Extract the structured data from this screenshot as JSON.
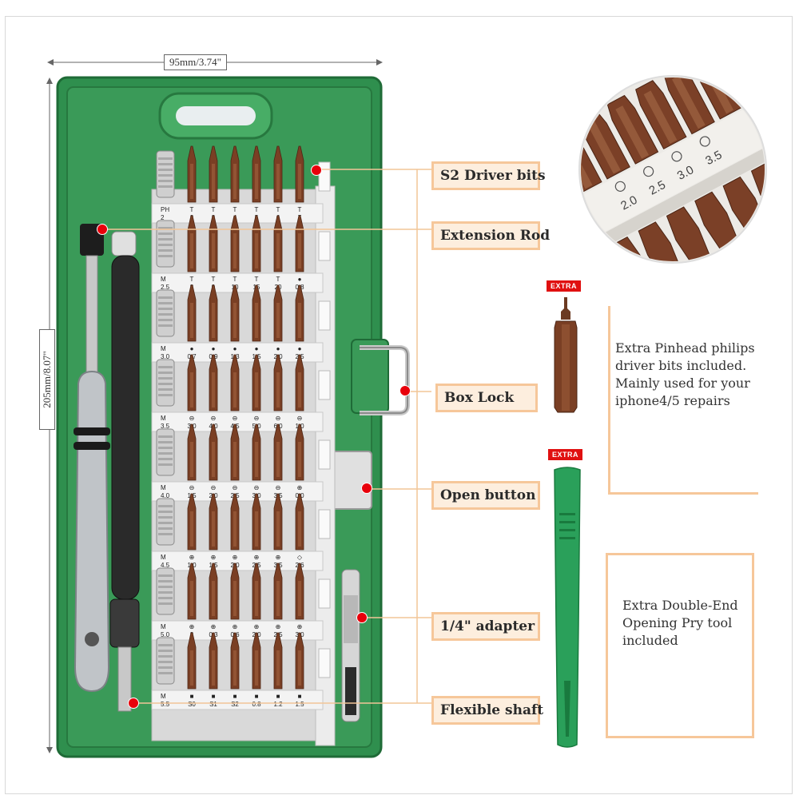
{
  "dimensions": {
    "width_label": "95mm/3.74\"",
    "height_label": "205mm/8.07\""
  },
  "callouts": [
    {
      "id": "s2-driver-bits",
      "label": "S2 Driver bits"
    },
    {
      "id": "extension-rod",
      "label": "Extension Rod"
    },
    {
      "id": "box-lock",
      "label": "Box Lock"
    },
    {
      "id": "open-button",
      "label": "Open button"
    },
    {
      "id": "adapter",
      "label": "1/4\" adapter"
    },
    {
      "id": "flexible-shaft",
      "label": "Flexible shaft"
    }
  ],
  "extras": [
    {
      "tag": "EXTRA",
      "lines": [
        "Extra Pinhead philips",
        "driver bits included.",
        "Mainly used for your",
        "iphone4/5 repairs"
      ]
    },
    {
      "tag": "EXTRA",
      "lines": [
        "Extra  Double-End",
        "Opening Pry tool",
        "included"
      ]
    }
  ],
  "bit_rows": [
    {
      "prefix": [
        "PH",
        "2"
      ],
      "labels": [
        "T 2",
        "T 3",
        "T 4",
        "T 5",
        "T 6",
        "T 7"
      ]
    },
    {
      "prefix": [
        "M",
        "2.5"
      ],
      "labels": [
        "T 8",
        "T 9",
        "T 10",
        "T 15",
        "T 20",
        "● 0.8"
      ]
    },
    {
      "prefix": [
        "M",
        "3.0"
      ],
      "labels": [
        "● 0.7",
        "● 0.9",
        "● 1.3",
        "● 1.5",
        "● 2.0",
        "● 2.5"
      ]
    },
    {
      "prefix": [
        "M",
        "3.5"
      ],
      "labels": [
        "⊖ 3.0",
        "⊖ 4.0",
        "⊖ 4.5",
        "⊖ 5.0",
        "⊖ 6.0",
        "⊖ 1.0"
      ]
    },
    {
      "prefix": [
        "M",
        "4.0"
      ],
      "labels": [
        "⊖ 1.5",
        "⊖ 2.0",
        "⊖ 2.5",
        "⊖ 3.0",
        "⊖ 3.5",
        "⊕ 0.0"
      ]
    },
    {
      "prefix": [
        "M",
        "4.5"
      ],
      "labels": [
        "⊕ 1.0",
        "⊕ 1.5",
        "⊕ 2.0",
        "⊕ 2.5",
        "⊕ 3.5",
        "◇ 2.6"
      ]
    },
    {
      "prefix": [
        "M",
        "5.0"
      ],
      "labels": [
        "⊕ 2",
        "⊕ 0.3",
        "⊕ 0.6",
        "⊕ 2.0",
        "⊕ 2.5",
        "⊕ 3.0"
      ]
    },
    {
      "prefix": [
        "M",
        "5.5"
      ],
      "labels": [
        "■ S0",
        "■ S1",
        "■ S2",
        "■ 0.8",
        "■ 1.2",
        "■ 1.5"
      ]
    }
  ],
  "zoom_labels": [
    "2.0",
    "2.5",
    "3.0",
    "3.5"
  ],
  "colors": {
    "case_green": "#2f8f4e",
    "bit_brown": "#7a3f24",
    "callout_fill": "#fdeede",
    "callout_border": "#f6c79a",
    "pointer_red": "#e8000b",
    "pry_tool_green": "#2aa05a"
  }
}
